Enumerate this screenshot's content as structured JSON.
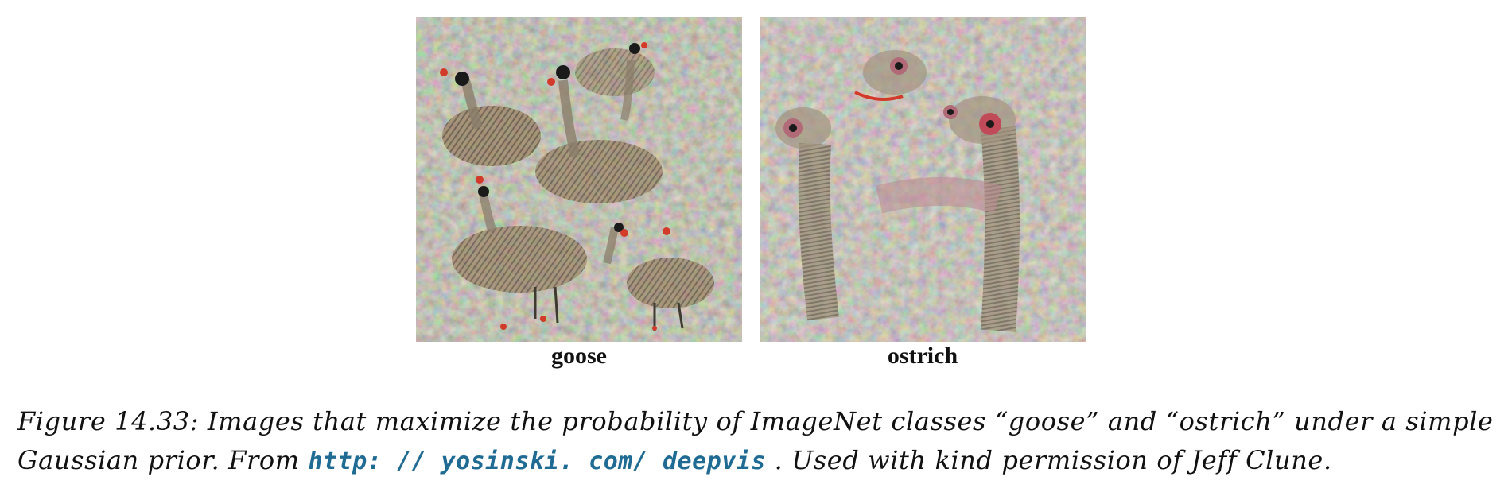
{
  "figure": {
    "panels": [
      {
        "label": "goose",
        "palette": [
          "#7d7b66",
          "#a08a6a",
          "#6c7a5c",
          "#b9a78e",
          "#5e5a4c"
        ]
      },
      {
        "label": "ostrich",
        "palette": [
          "#8f8a7b",
          "#a39480",
          "#7b8570",
          "#b8a4a0",
          "#6a665a"
        ]
      }
    ],
    "accent_colors": {
      "red_spot": "#d23a2a",
      "dark_eye": "#1a1a1a",
      "link": "#1f6b94"
    },
    "caption": {
      "line1": "Figure 14.33: Images that maximize the probability of ImageNet classes “goose” and “ostrich” under a simple",
      "line2_prefix": "Gaussian prior.  From ",
      "link_text": "http: // yosinski. com/ deepvis",
      "line2_suffix": " .  Used with kind permission of Jeff Clune."
    }
  }
}
